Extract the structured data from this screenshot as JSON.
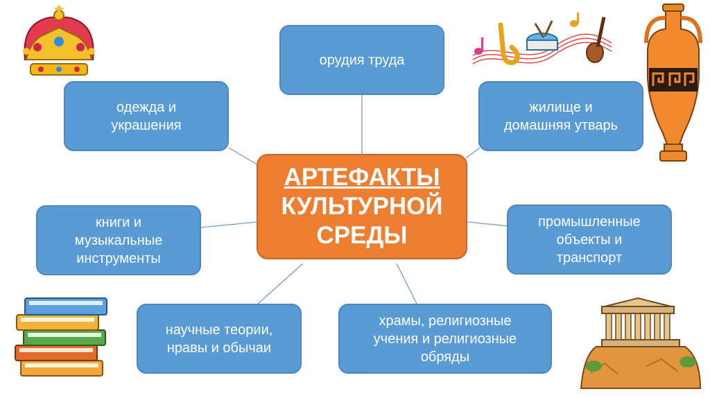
{
  "center": {
    "line1": "АРТЕФАКТЫ",
    "line2": "КУЛЬТУРНОЙ",
    "line3": "СРЕДЫ"
  },
  "nodes": {
    "tools": "орудия труда",
    "clothing": "одежда и\nукрашения",
    "dwelling": "жилище и\nдомашняя утварь",
    "books": "книги и\nмузыкальные\nинструменты",
    "industry": "промышленные\nобъекты и\nтранспорт",
    "science": "научные теории,\nнравы и обычаи",
    "temples": "храмы, религиозные\nучения и религиозные\nобряды"
  },
  "colors": {
    "node_fill": "#5b9bd5",
    "center_fill": "#ed7d31",
    "connector": "#6f9cc9"
  },
  "icons": [
    "crown-icon",
    "music-instruments-icon",
    "amphora-icon",
    "books-stack-icon",
    "greek-temple-icon"
  ]
}
